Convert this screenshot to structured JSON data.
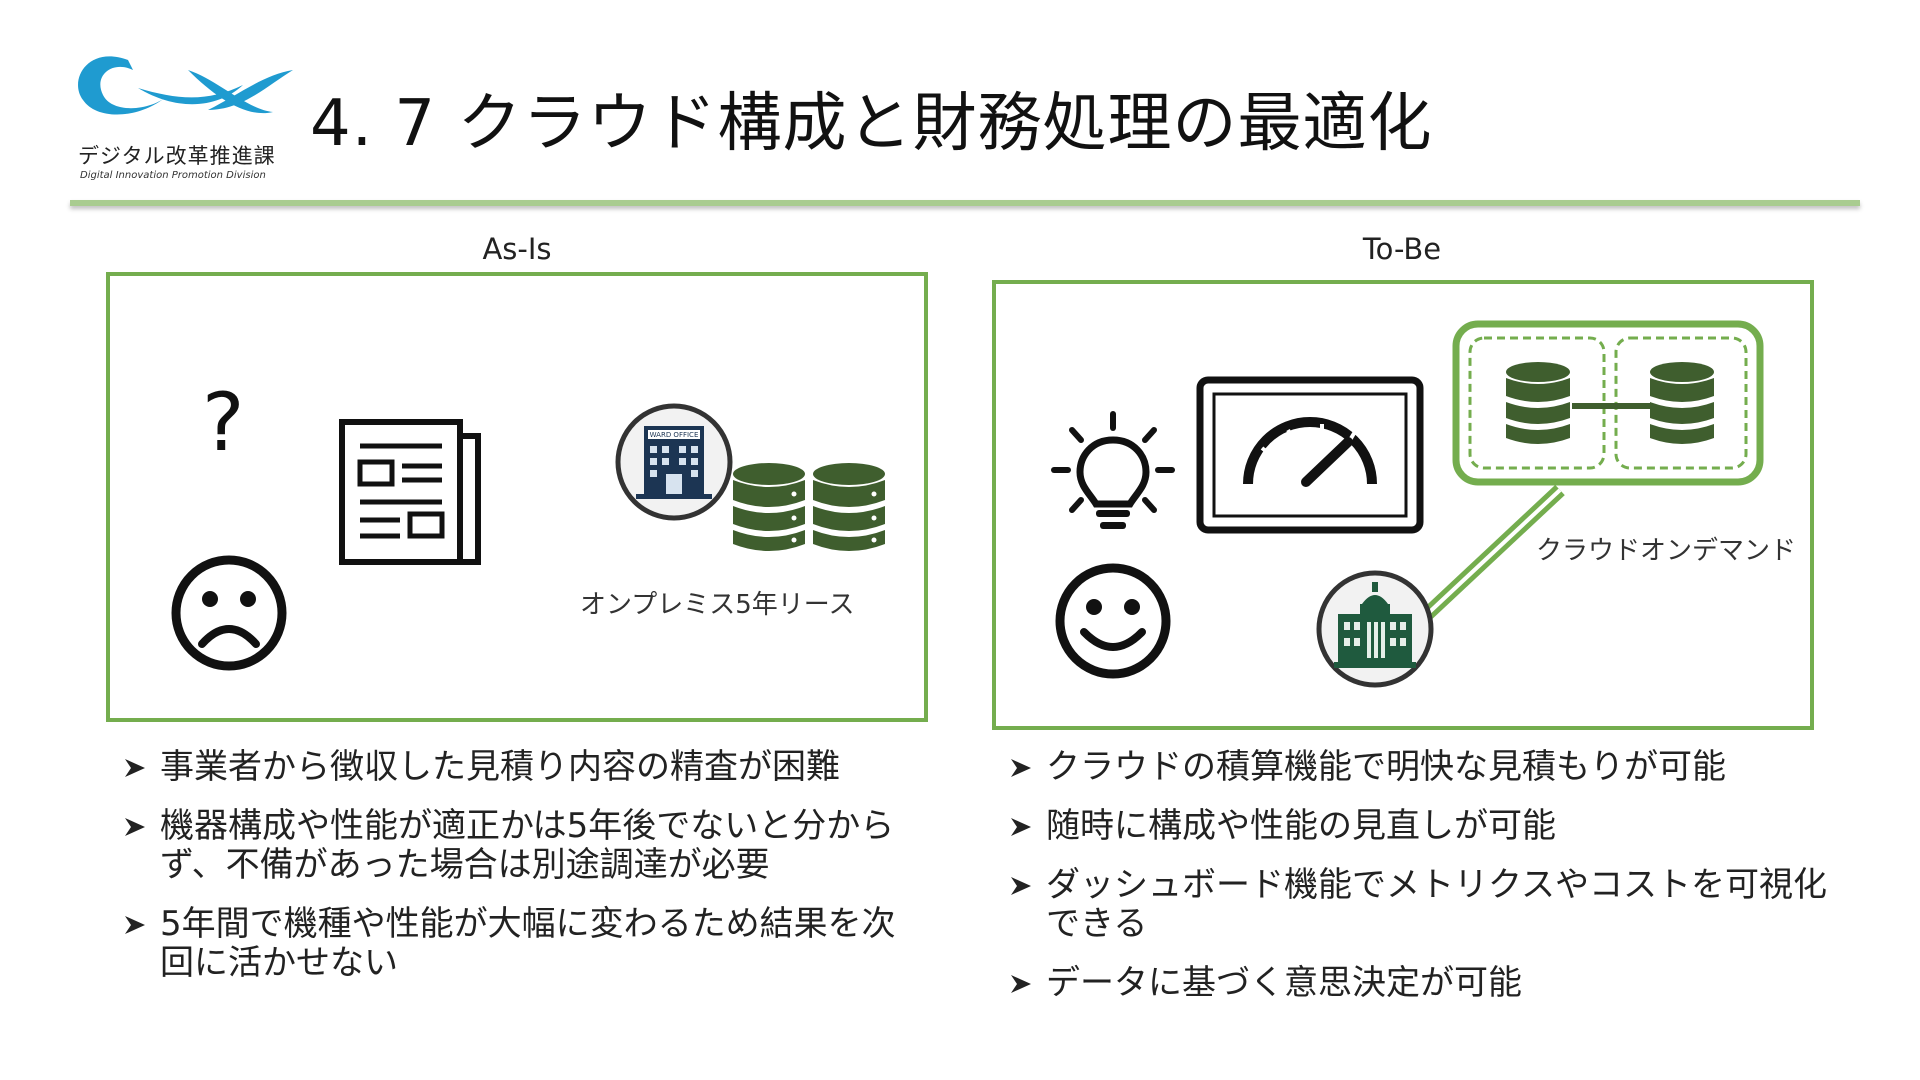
{
  "logo": {
    "name_jp": "デジタル改革推進課",
    "name_en": "Digital Innovation Promotion Division"
  },
  "page_title": "4. 7 クラウド構成と財務処理の最適化",
  "asis": {
    "label": "As-Is",
    "question_mark": "?",
    "building_sign": "WARD OFFICE",
    "caption": "オンプレミス5年リース",
    "bullets": [
      "事業者から徴収した見積り内容の精査が困難",
      "機器構成や性能が適正かは5年後でないと分からず、不備があった場合は別途調達が必要",
      "5年間で機種や性能が大幅に変わるため結果を次回に活かせない"
    ]
  },
  "tobe": {
    "label": "To-Be",
    "caption": "クラウドオンデマンド",
    "bullets": [
      "クラウドの積算機能で明快な見積もりが可能",
      "随時に構成や性能の見直しが可能",
      "ダッシュボード機能でメトリクスやコストを可視化できる",
      "データに基づく意思決定が可能"
    ]
  },
  "colors": {
    "accent_green": "#74ad4e",
    "rule_green": "#a9cc90",
    "db_green": "#3f5e2e",
    "logo_blue": "#1f9bd0",
    "building_navy": "#1c3553",
    "building_green": "#1f5a3e"
  }
}
